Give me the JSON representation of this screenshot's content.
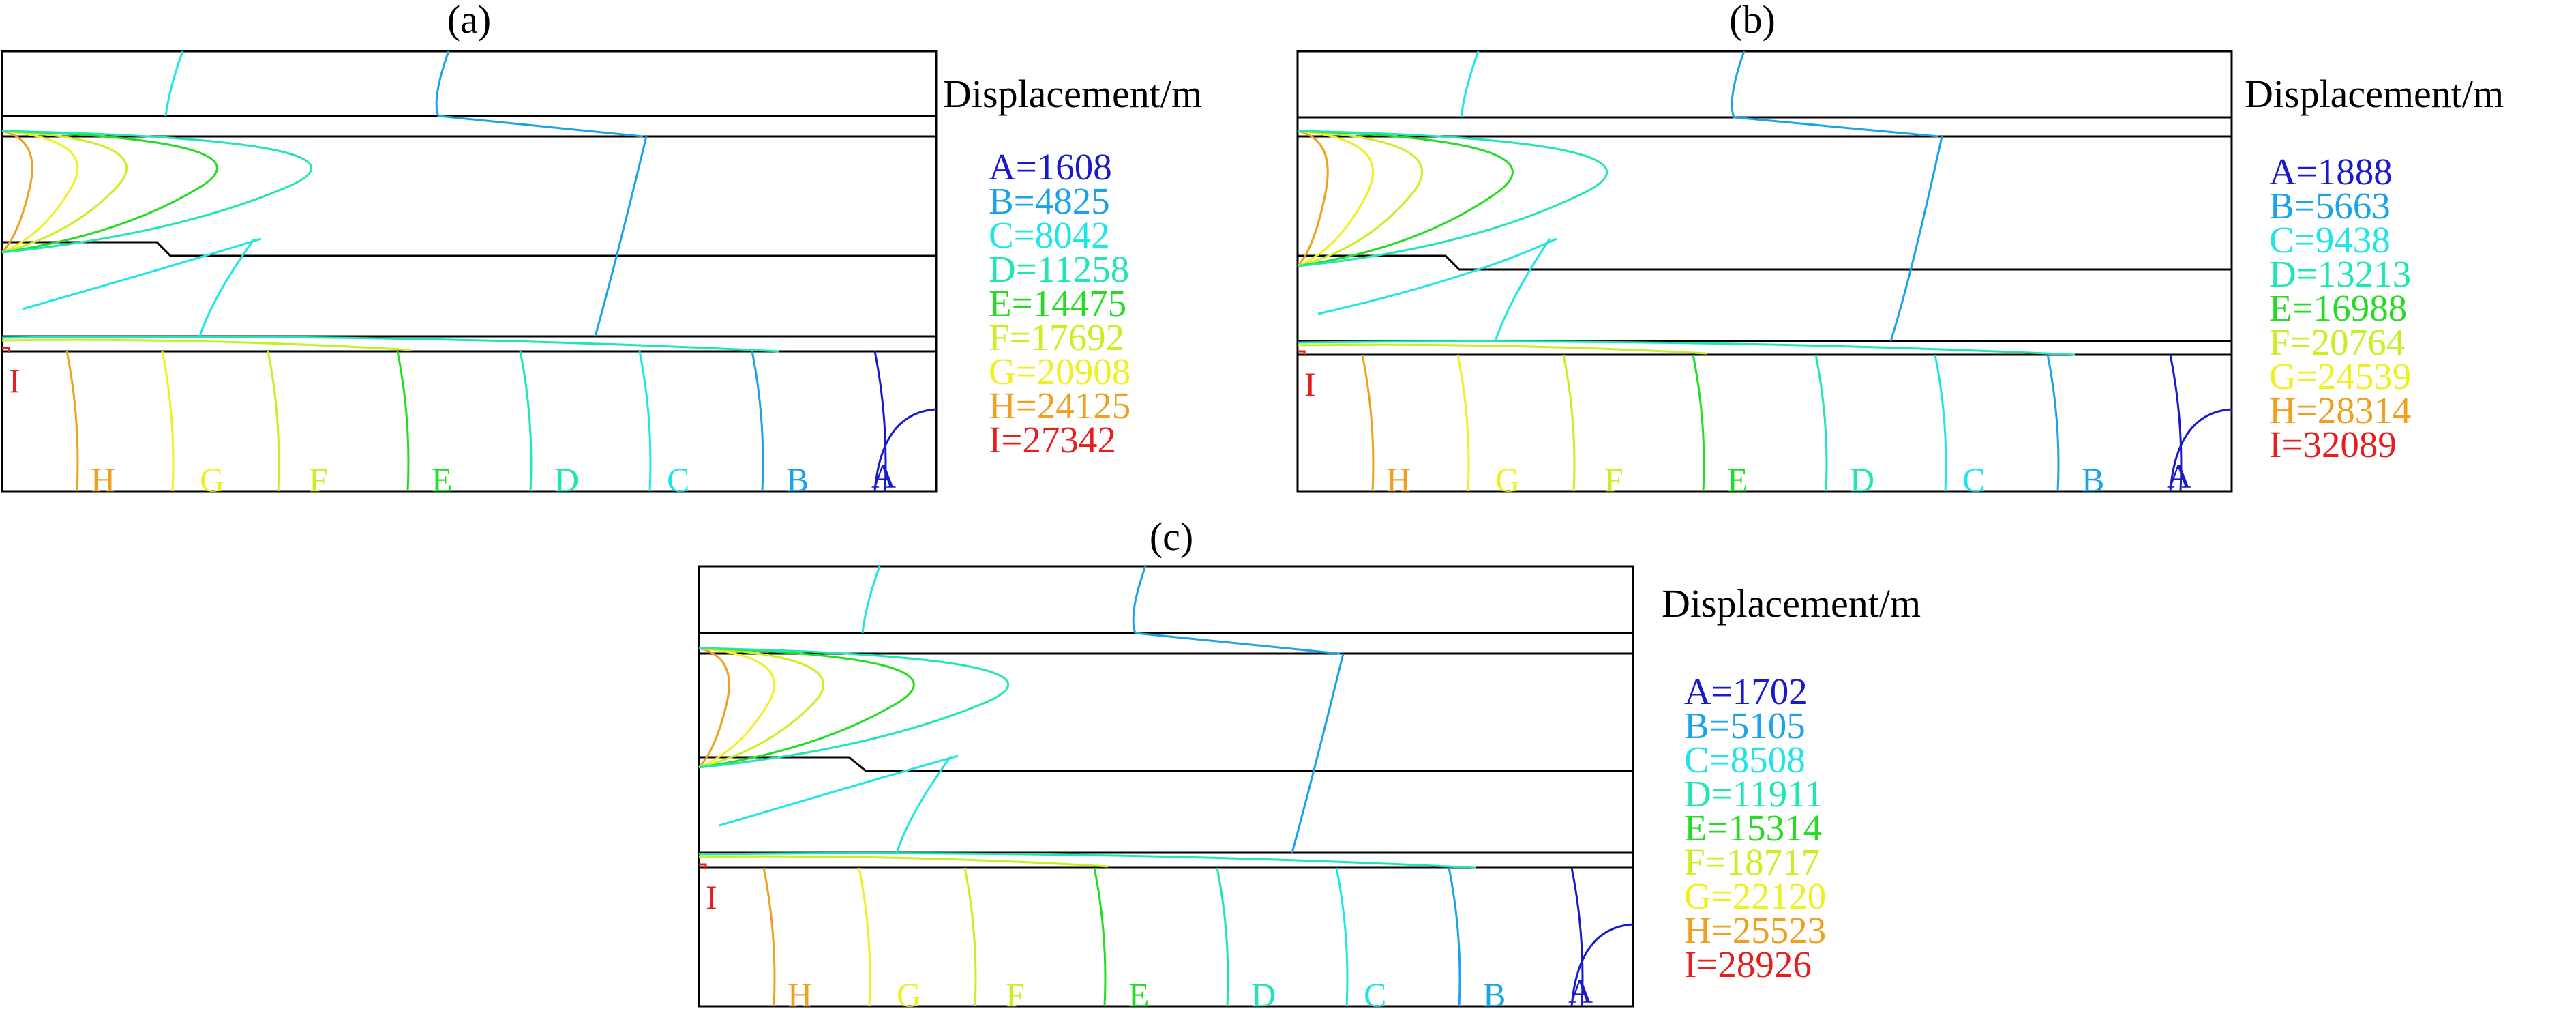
{
  "figure": {
    "panels": [
      {
        "title": "(a)",
        "legend_title": "Displacement/m",
        "legend": [
          {
            "label": "A=1608",
            "color": "#1a1acc"
          },
          {
            "label": "B=4825",
            "color": "#1aa3e8"
          },
          {
            "label": "C=8042",
            "color": "#1ee6e6"
          },
          {
            "label": "D=11258",
            "color": "#1ee6b4"
          },
          {
            "label": "E=14475",
            "color": "#22dd22"
          },
          {
            "label": "F=17692",
            "color": "#c8f020"
          },
          {
            "label": "G=20908",
            "color": "#f0f020"
          },
          {
            "label": "H=24125",
            "color": "#f0a020"
          },
          {
            "label": "I=27342",
            "color": "#e61e1e"
          }
        ],
        "contour_labels": [
          "I",
          "H",
          "G",
          "F",
          "E",
          "D",
          "C",
          "B",
          "A"
        ]
      },
      {
        "title": "(b)",
        "legend_title": "Displacement/m",
        "legend": [
          {
            "label": "A=1888",
            "color": "#1a1acc"
          },
          {
            "label": "B=5663",
            "color": "#1aa3e8"
          },
          {
            "label": "C=9438",
            "color": "#1ee6e6"
          },
          {
            "label": "D=13213",
            "color": "#1ee6b4"
          },
          {
            "label": "E=16988",
            "color": "#22dd22"
          },
          {
            "label": "F=20764",
            "color": "#c8f020"
          },
          {
            "label": "G=24539",
            "color": "#f0f020"
          },
          {
            "label": "H=28314",
            "color": "#f0a020"
          },
          {
            "label": "I=32089",
            "color": "#e61e1e"
          }
        ],
        "contour_labels": [
          "I",
          "H",
          "G",
          "F",
          "E",
          "D",
          "C",
          "B",
          "A"
        ]
      },
      {
        "title": "(c)",
        "legend_title": "Displacement/m",
        "legend": [
          {
            "label": "A=1702",
            "color": "#1a1acc"
          },
          {
            "label": "B=5105",
            "color": "#1aa3e8"
          },
          {
            "label": "C=8508",
            "color": "#1ee6e6"
          },
          {
            "label": "D=11911",
            "color": "#1ee6b4"
          },
          {
            "label": "E=15314",
            "color": "#22dd22"
          },
          {
            "label": "F=18717",
            "color": "#c8f020"
          },
          {
            "label": "G=22120",
            "color": "#f0f020"
          },
          {
            "label": "H=25523",
            "color": "#f0a020"
          },
          {
            "label": "I=28926",
            "color": "#e61e1e"
          }
        ],
        "contour_labels": [
          "I",
          "H",
          "G",
          "F",
          "E",
          "D",
          "C",
          "B",
          "A"
        ]
      }
    ]
  }
}
